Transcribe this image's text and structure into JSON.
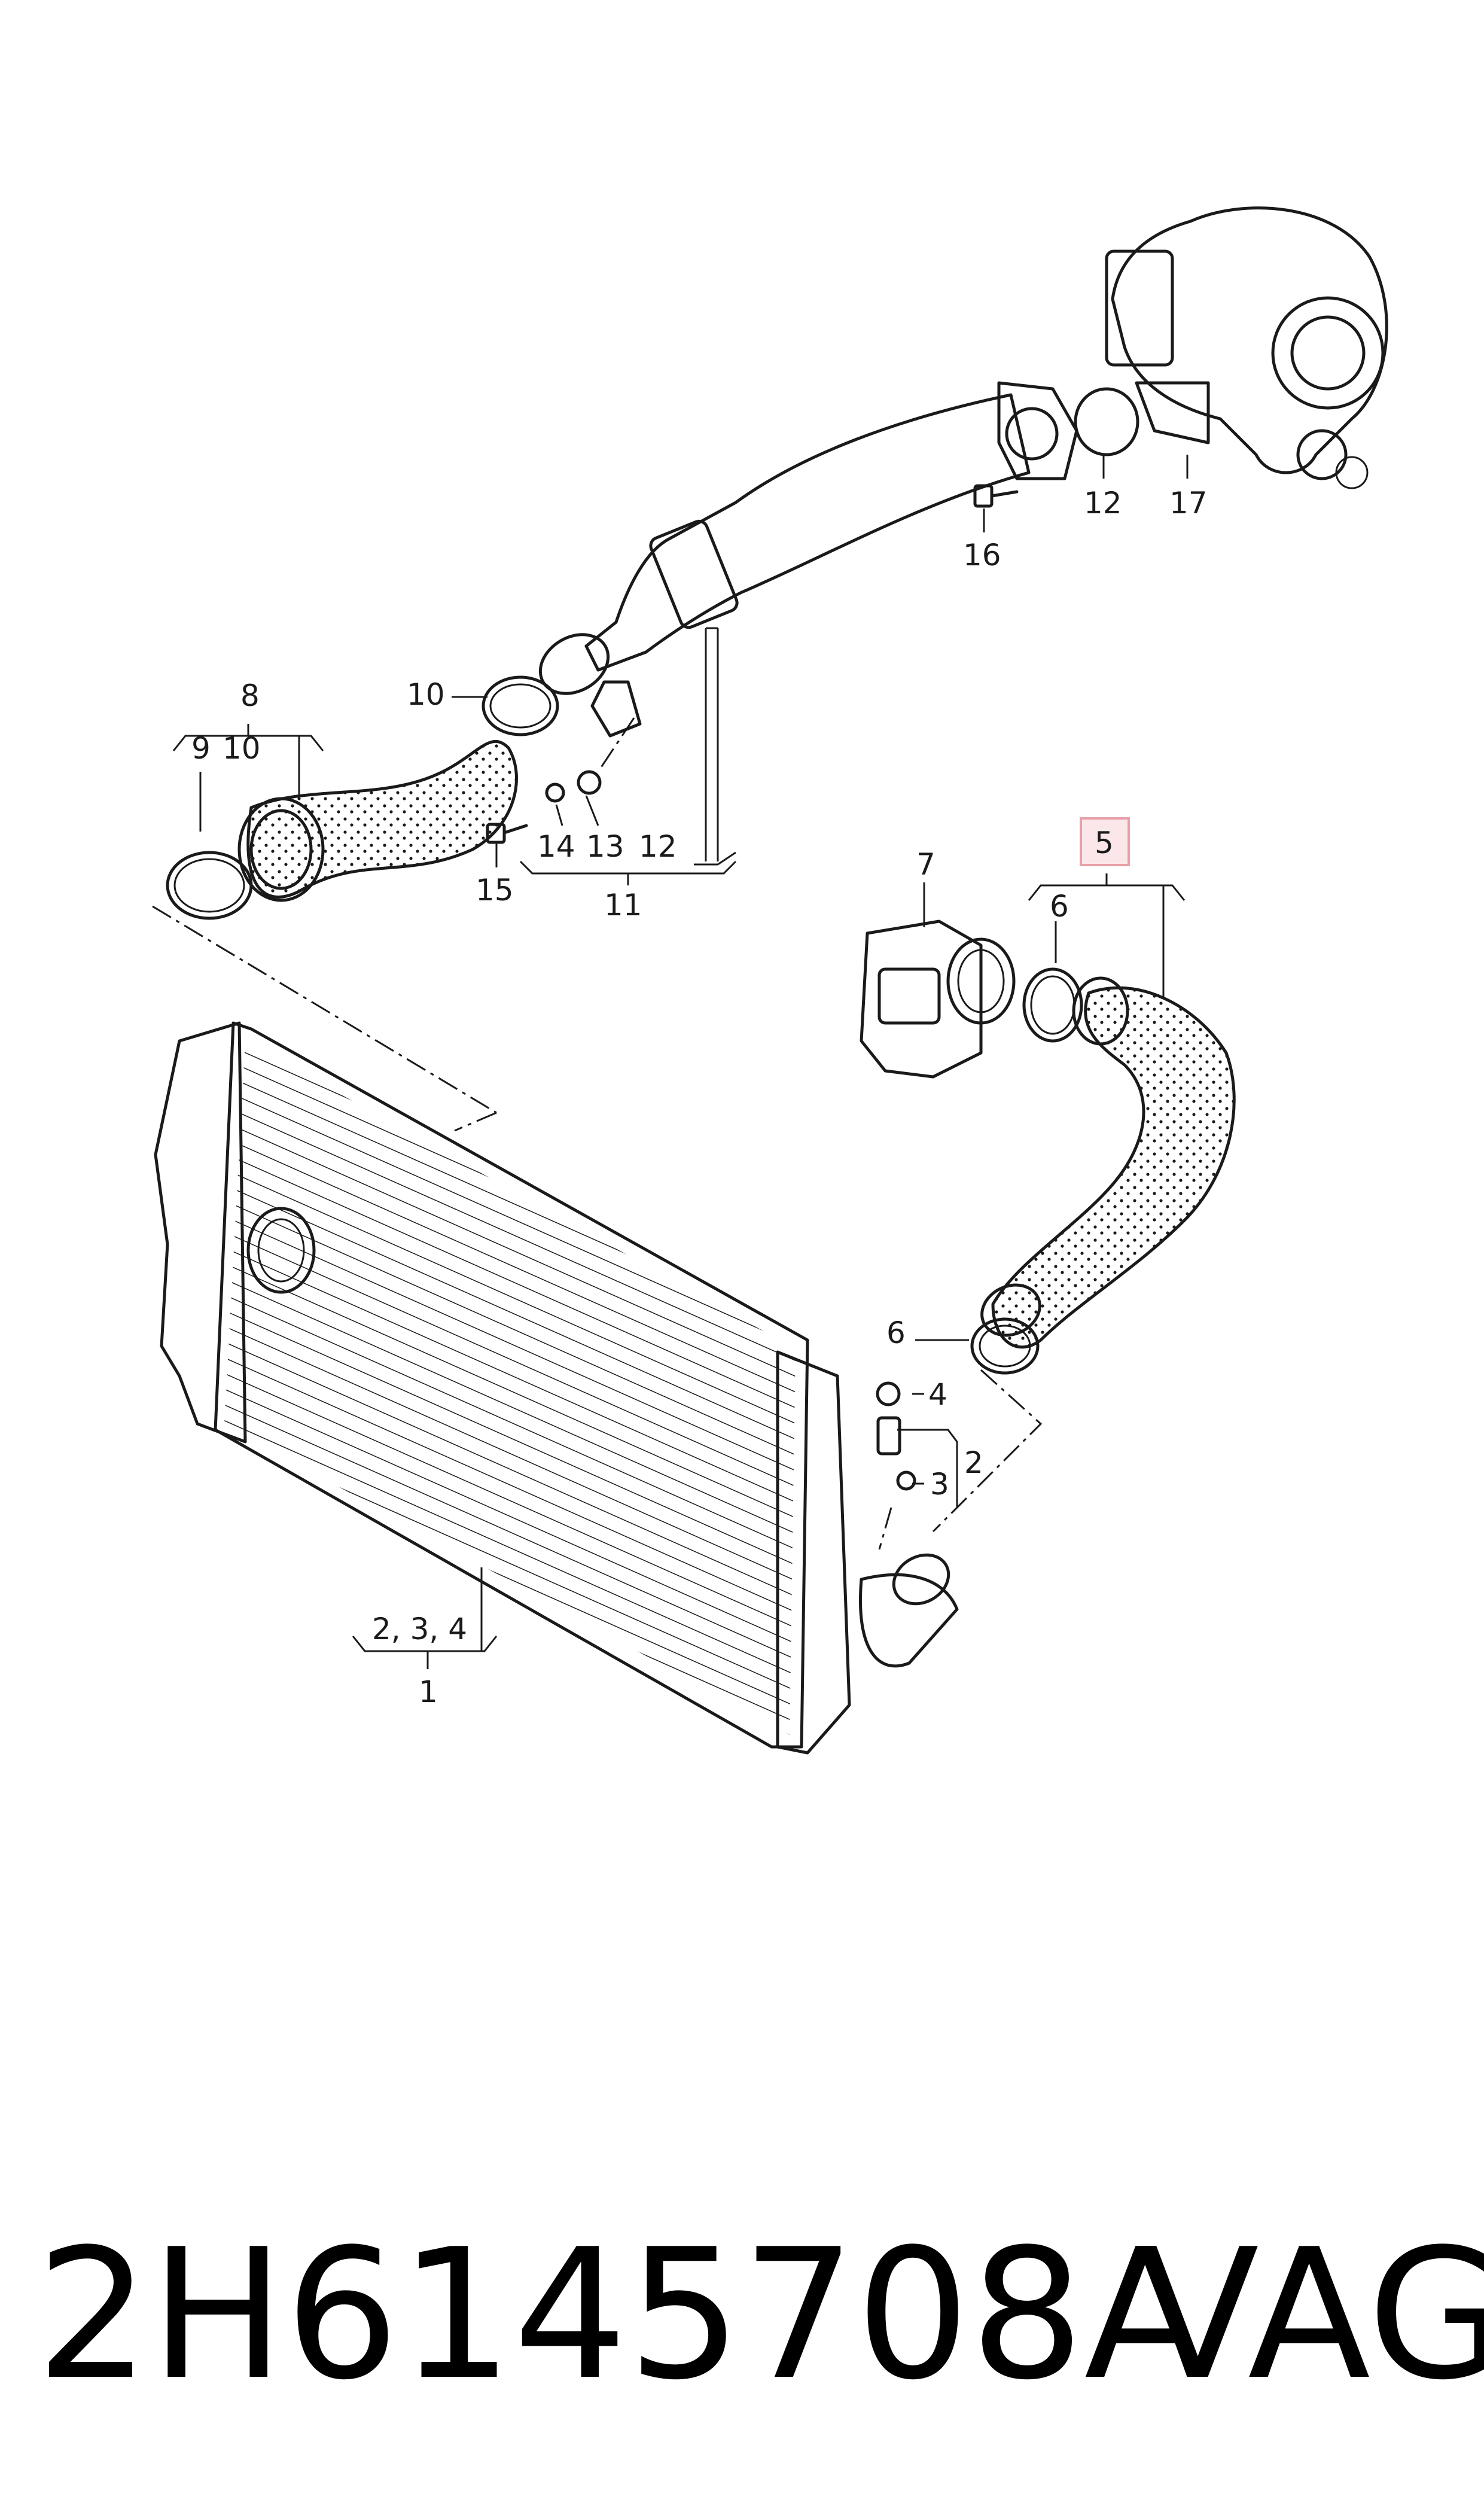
{
  "labels": {
    "l1": "1",
    "l2": "2",
    "l3": "3",
    "l4": "4",
    "l5": "5",
    "l6a": "6",
    "l6b": "6",
    "l7": "7",
    "l8": "8",
    "l9": "9",
    "l10a": "10",
    "l10b": "10",
    "l11": "11",
    "l12a": "12",
    "l12b": "12",
    "l13": "13",
    "l14": "14",
    "l15": "15",
    "l16": "16",
    "l17": "17",
    "l234": "2, 3, 4"
  },
  "highlight_color": "#e8a0a8",
  "footer": {
    "part_number": "2H6145708A",
    "brand": "VAG"
  }
}
